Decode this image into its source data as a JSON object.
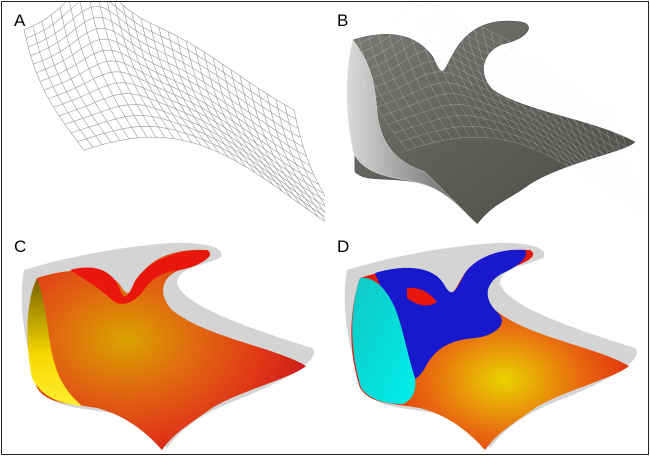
{
  "figure": {
    "panels": [
      {
        "label": "A",
        "style": "wireframe-mesh",
        "colors": {
          "line": "#9a9a9a",
          "background": "#ffffff"
        }
      },
      {
        "label": "B",
        "style": "shaded-mesh",
        "colors": {
          "surface": "#5e5e5a",
          "highlight": "#cfd2cf",
          "edge": "#e8e8e8"
        }
      },
      {
        "label": "C",
        "style": "heat-colormap",
        "colors": {
          "low": "#ffe800",
          "mid": "#ff7a00",
          "high": "#ee1c0e",
          "shell": "#cfcfcf"
        }
      },
      {
        "label": "D",
        "style": "rainbow-colormap",
        "colors": {
          "cyan": "#00e4e0",
          "blue": "#1a1ad0",
          "red": "#ee1c0e",
          "yellow": "#f2f000",
          "shell": "#cfcfcf"
        }
      }
    ]
  }
}
